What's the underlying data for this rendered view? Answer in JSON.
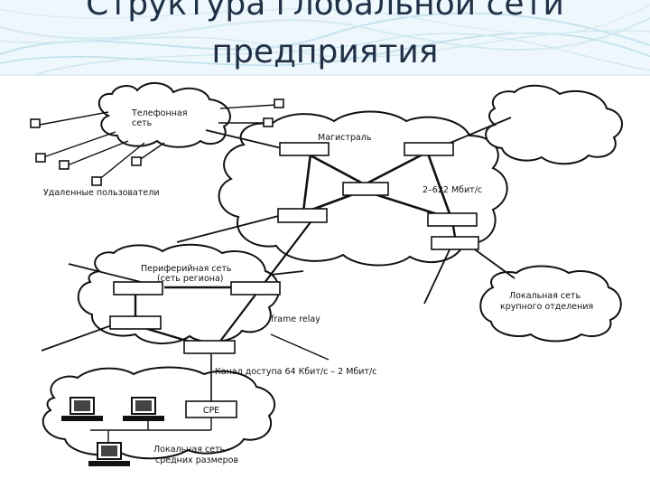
{
  "slide": {
    "title_line1": "Структура глобальной сети",
    "title_line2": "предприятия"
  },
  "diagram": {
    "clouds": {
      "telephone": {
        "line1": "Телефонная",
        "line2": "сеть"
      },
      "backbone": {
        "label": "Магистраль",
        "speed": "2–622 Мбит/с"
      },
      "peripheral": {
        "line1": "Периферийная сеть",
        "line2": "(сеть региона)"
      },
      "branch_lan": {
        "line1": "Локальная сеть",
        "line2": "крупного отделения"
      },
      "local_lan": {
        "line1": "Локальная сеть",
        "line2": "средних размеров"
      }
    },
    "labels": {
      "remote_users": "Удаленные пользователи",
      "frame_relay": "frame relay",
      "access_channel": "Канал доступа 64 Кбит/с – 2 Мбит/с",
      "cpe": "CPE"
    }
  }
}
